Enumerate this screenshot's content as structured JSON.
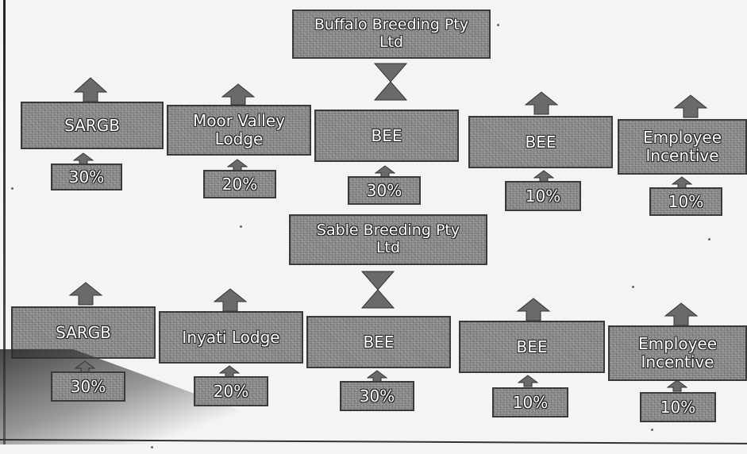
{
  "diagram": {
    "groups": [
      {
        "company": "Buffalo Breeding Pty Ltd",
        "company_lines": [
          "Buffalo Breeding Pty",
          "Ltd"
        ],
        "shareholders": [
          {
            "name_lines": [
              "SARGB"
            ],
            "percent": "30%"
          },
          {
            "name_lines": [
              "Moor Valley",
              "Lodge"
            ],
            "percent": "20%"
          },
          {
            "name_lines": [
              "BEE"
            ],
            "percent": "30%"
          },
          {
            "name_lines": [
              "BEE"
            ],
            "percent": "10%"
          },
          {
            "name_lines": [
              "Employee",
              "Incentive"
            ],
            "percent": "10%"
          }
        ]
      },
      {
        "company": "Sable Breeding Pty Ltd",
        "company_lines": [
          "Sable Breeding Pty",
          "Ltd"
        ],
        "shareholders": [
          {
            "name_lines": [
              "SARGB"
            ],
            "percent": "30%"
          },
          {
            "name_lines": [
              "Inyati Lodge"
            ],
            "percent": "20%"
          },
          {
            "name_lines": [
              "BEE"
            ],
            "percent": "30%"
          },
          {
            "name_lines": [
              "BEE"
            ],
            "percent": "10%"
          },
          {
            "name_lines": [
              "Employee",
              "Incentive"
            ],
            "percent": "10%"
          }
        ]
      }
    ],
    "colors": {
      "box_fill": "#858585",
      "box_border": "#3a3a3a",
      "text": "#ffffff",
      "arrow": "#6a6a6a"
    }
  }
}
